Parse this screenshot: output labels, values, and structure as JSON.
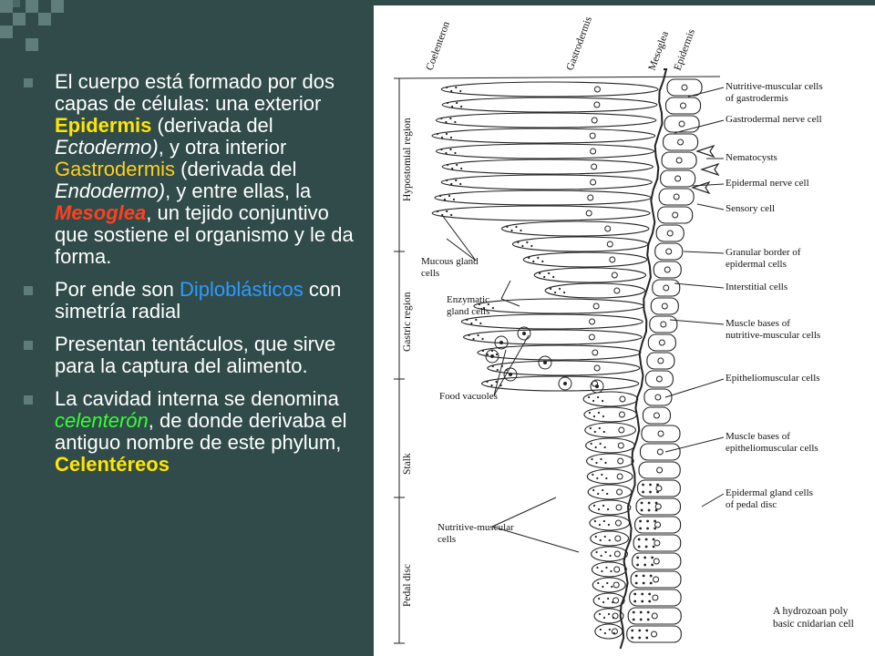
{
  "bullets": [
    {
      "parts": [
        {
          "t": "El cuerpo está formado por dos capas de células: una exterior ",
          "c": ""
        },
        {
          "t": "Epidermis",
          "c": "y"
        },
        {
          "t": " (derivada del ",
          "c": ""
        },
        {
          "t": "Ectodermo)",
          "c": "it"
        },
        {
          "t": ", y otra interior ",
          "c": ""
        },
        {
          "t": "Gastrodermis",
          "c": "ig"
        },
        {
          "t": " (derivada del ",
          "c": ""
        },
        {
          "t": "Endodermo)",
          "c": "it"
        },
        {
          "t": ", y entre ellas, la ",
          "c": ""
        },
        {
          "t": "Mesoglea",
          "c": "r"
        },
        {
          "t": ", un tejido conjuntivo que sostiene el organismo y le da forma.",
          "c": ""
        }
      ]
    },
    {
      "parts": [
        {
          "t": "Por ende son ",
          "c": ""
        },
        {
          "t": "Diploblásticos",
          "c": "b"
        },
        {
          "t": " con simetría radial",
          "c": ""
        }
      ]
    },
    {
      "parts": [
        {
          "t": "Presentan tentáculos, que sirve para la captura del alimento.",
          "c": ""
        }
      ]
    },
    {
      "parts": [
        {
          "t": "La cavidad interna se denomina ",
          "c": ""
        },
        {
          "t": "celenterón",
          "c": "g"
        },
        {
          "t": ", de donde derivaba el antiguo nombre de este phylum, ",
          "c": ""
        },
        {
          "t": "Celentéreos",
          "c": "y"
        }
      ]
    }
  ],
  "figure": {
    "top_labels": [
      "Coelenteron",
      "Gastrodermis",
      "Mesoglea",
      "Epidermis"
    ],
    "region_labels": [
      "Hypostomial region",
      "Gastric region",
      "Stalk",
      "Pedal disc"
    ],
    "right_labels": [
      [
        "Nutritive-muscular cells",
        "of gastrodermis"
      ],
      [
        "Gastrodermal nerve cell"
      ],
      [
        "Nematocysts"
      ],
      [
        "Epidermal nerve cell"
      ],
      [
        "Sensory cell"
      ],
      [
        "Granular border of",
        "epidermal cells"
      ],
      [
        "Interstitial cells"
      ],
      [
        "Muscle bases of",
        "nutritive-muscular cells"
      ],
      [
        "Epitheliomuscular cells"
      ],
      [
        "Muscle bases of",
        "epitheliomuscular cells"
      ],
      [
        "Epidermal gland cells",
        "of pedal disc"
      ]
    ],
    "left_labels": [
      [
        "Mucous gland",
        "cells"
      ],
      [
        "Enzymatic",
        "gland cells"
      ],
      [
        "Food vacuoles"
      ],
      [
        "Nutritive-muscular",
        "cells"
      ]
    ],
    "caption": [
      "A hydrozoan poly",
      "basic cnidarian cell"
    ]
  },
  "colors": {
    "background": "#304b49",
    "text": "#ffffff",
    "epidermis": "#ffe500",
    "gastrodermis": "#ffd020",
    "mesoglea": "#ff4020",
    "diploblasticos": "#2e9bff",
    "celenteron": "#35ff35"
  }
}
